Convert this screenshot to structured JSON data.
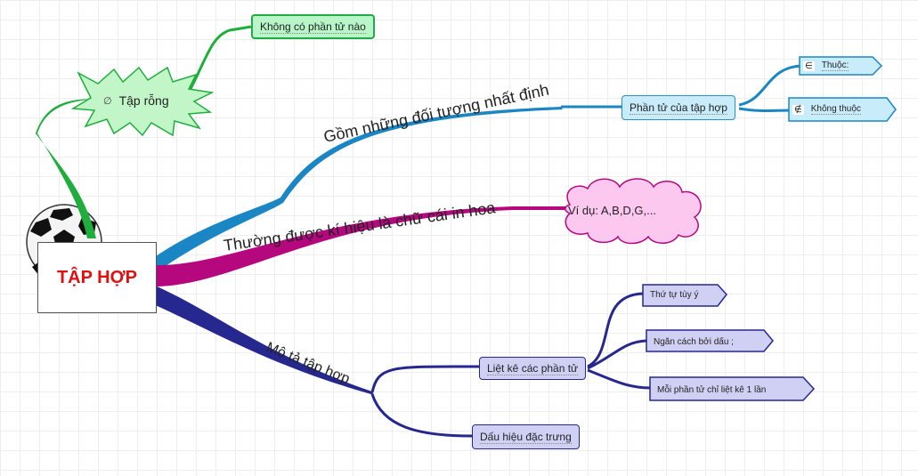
{
  "central": {
    "title": "TẬP HỢP"
  },
  "empty_set": {
    "label": "Tập rỗng",
    "symbol": "∅",
    "child": "Không có phần tử nào"
  },
  "branch_elements": {
    "text": "Gồm những đối tượng nhất định",
    "node": "Phần tử của tập hợp",
    "children": [
      {
        "symbol": "∈",
        "label": "Thuộc:"
      },
      {
        "symbol": "∉",
        "label": "Không thuộc"
      }
    ]
  },
  "branch_notation": {
    "text": "Thường được kí hiệu là chữ cái in hoa",
    "node": "Ví dụ: A,B,D,G,..."
  },
  "branch_describe": {
    "text": "Mô tả tập hợp",
    "list_node": "Liệt kê các phần tử",
    "list_children": [
      "Thứ tự tùy ý",
      "Ngăn cách bởi dấu ;",
      "Mỗi phần tử chỉ liệt kê 1 lần"
    ],
    "property_node": "Dấu hiệu đặc trưng"
  },
  "colors": {
    "green": "#1fae3c",
    "blue": "#1b86c4",
    "magenta": "#b5087f",
    "navy": "#26288f",
    "central_text": "#e01010"
  },
  "icons": {
    "central": "soccer-ball-icon"
  }
}
